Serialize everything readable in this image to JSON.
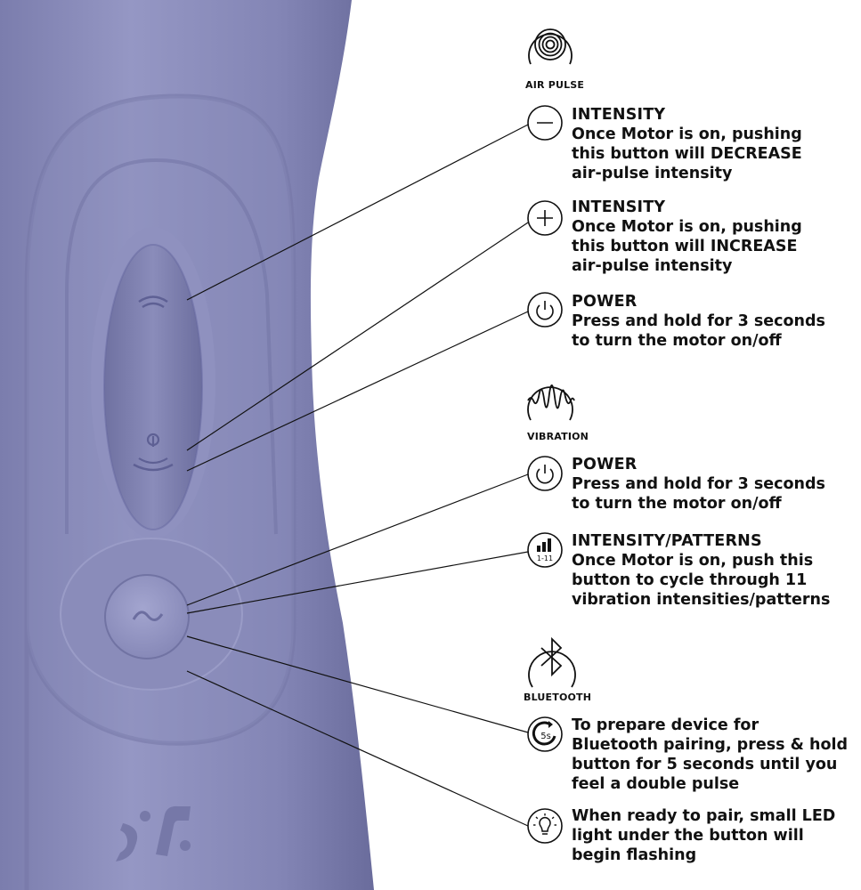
{
  "categories": {
    "air_pulse": {
      "label": "AIR PULSE",
      "icon": "concentric-circles-icon"
    },
    "vibration": {
      "label": "VIBRATION",
      "icon": "wave-icon"
    },
    "bluetooth": {
      "label": "BLUETOOTH",
      "icon": "bluetooth-icon"
    }
  },
  "callouts": [
    {
      "icon": "minus-icon",
      "title": "INTENSITY",
      "lines": [
        "Once Motor is on, pushing",
        "this button will DECREASE",
        "air-pulse intensity"
      ]
    },
    {
      "icon": "plus-icon",
      "title": "INTENSITY",
      "lines": [
        "Once Motor is on, pushing",
        "this button will INCREASE",
        "air-pulse intensity"
      ]
    },
    {
      "icon": "power-icon",
      "title": "POWER",
      "lines": [
        "Press and hold for 3 seconds",
        "to turn the motor on/off"
      ]
    },
    {
      "icon": "power-icon",
      "title": "POWER",
      "lines": [
        "Press and hold for 3 seconds",
        "to turn the motor on/off"
      ]
    },
    {
      "icon": "intensity-bars-icon",
      "icon_text": "1-11",
      "title": "INTENSITY/PATTERNS",
      "lines": [
        "Once Motor is on, push this",
        "button to cycle through 11",
        "vibration intensities/patterns"
      ]
    },
    {
      "icon": "timer-5s-icon",
      "icon_text": "5s",
      "title": "",
      "lines": [
        "To prepare device for",
        "Bluetooth pairing, press & hold",
        "button for 5 seconds until you",
        "feel a double pulse"
      ]
    },
    {
      "icon": "lightbulb-icon",
      "title": "",
      "lines": [
        "When ready to pair, small LED",
        "light under the button will",
        "begin flashing"
      ]
    }
  ],
  "colors": {
    "device_body": "#8a8cb8",
    "device_dark": "#6e70a0",
    "device_light": "#9c9ec8",
    "ink": "#111111",
    "background": "#ffffff"
  }
}
